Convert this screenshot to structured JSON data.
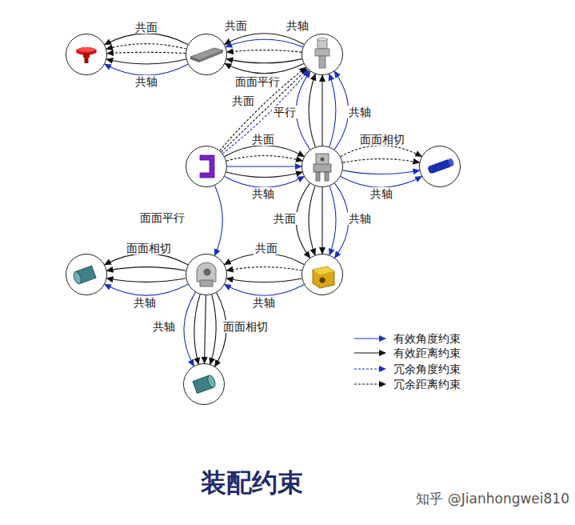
{
  "diagram": {
    "title": "装配约束",
    "nodes": [
      {
        "text": []
      },
      {
        "text": []
      },
      {
        "text": []
      },
      {
        "text": []
      },
      {
        "text": []
      },
      {
        "text": []
      },
      {
        "text": []
      },
      {
        "text": []
      },
      {
        "text": []
      },
      {
        "text": []
      }
    ],
    "edges": [
      {
        "from": 1,
        "to": 0,
        "arrow": "to",
        "label": "共面"
      },
      {
        "from": 1,
        "to": 0,
        "arrow": "to"
      },
      {
        "from": 1,
        "to": 0,
        "arrow": "to"
      },
      {
        "from": 1,
        "to": 0,
        "arrow": "to"
      },
      {
        "from": 1,
        "to": 0,
        "arrow": "to",
        "label": "共轴"
      },
      {
        "from": 2,
        "to": 1,
        "arrow": "to",
        "label": "共面"
      },
      {
        "from": 2,
        "to": 1,
        "arrow": "to",
        "label": "共轴"
      },
      {
        "from": 2,
        "to": 1,
        "arrow": "to"
      },
      {
        "from": 2,
        "to": 1,
        "arrow": "to"
      },
      {
        "from": 2,
        "to": 1,
        "arrow": "to",
        "label": "面面平行"
      },
      {
        "from": 3,
        "to": 2,
        "arrow": "to",
        "label": "共面"
      },
      {
        "from": 3,
        "to": 2,
        "arrow": "to"
      },
      {
        "from": 3,
        "to": 2,
        "arrow": "to"
      },
      {
        "from": 4,
        "to": 2,
        "arrow": "to",
        "label": "平行"
      },
      {
        "from": 4,
        "to": 2,
        "arrow": "to"
      },
      {
        "from": 4,
        "to": 2,
        "arrow": "to"
      },
      {
        "from": 4,
        "to": 2,
        "arrow": "to"
      },
      {
        "from": 4,
        "to": 2,
        "arrow": "to",
        "label": "共轴"
      },
      {
        "from": 3,
        "to": 4,
        "arrow": "to",
        "label": "共面"
      },
      {
        "from": 3,
        "to": 4,
        "arrow": "to"
      },
      {
        "from": 3,
        "to": 4,
        "arrow": "to"
      },
      {
        "from": 3,
        "to": 4,
        "arrow": "to"
      },
      {
        "from": 3,
        "to": 4,
        "arrow": "to",
        "label": "共轴"
      },
      {
        "from": 4,
        "to": 5,
        "arrow": "to",
        "label": "面面相切"
      },
      {
        "from": 4,
        "to": 5,
        "arrow": "to"
      },
      {
        "from": 4,
        "to": 5,
        "arrow": "to"
      },
      {
        "from": 4,
        "to": 5,
        "arrow": "to",
        "label": "共轴"
      },
      {
        "from": 4,
        "to": 8,
        "arrow": "to",
        "label": "共面"
      },
      {
        "from": 4,
        "to": 8,
        "arrow": "to"
      },
      {
        "from": 4,
        "to": 8,
        "arrow": "to"
      },
      {
        "from": 4,
        "to": 8,
        "arrow": "to"
      },
      {
        "from": 4,
        "to": 8,
        "arrow": "to",
        "label": "共轴"
      },
      {
        "from": 3,
        "to": 7,
        "arrow": "to",
        "label": "面面平行"
      },
      {
        "from": 7,
        "to": 6,
        "arrow": "to",
        "label": "面面相切"
      },
      {
        "from": 7,
        "to": 6,
        "arrow": "to"
      },
      {
        "from": 7,
        "to": 6,
        "arrow": "to"
      },
      {
        "from": 7,
        "to": 6,
        "arrow": "to",
        "label": "共轴"
      },
      {
        "from": 8,
        "to": 7,
        "arrow": "to",
        "label": "共面"
      },
      {
        "from": 8,
        "to": 7,
        "arrow": "to"
      },
      {
        "from": 8,
        "to": 7,
        "arrow": "to"
      },
      {
        "from": 8,
        "to": 7,
        "arrow": "to",
        "label": "共轴"
      },
      {
        "from": 7,
        "to": 9,
        "arrow": "to",
        "label": "共轴"
      },
      {
        "from": 7,
        "to": 9,
        "arrow": "to"
      },
      {
        "from": 7,
        "to": 9,
        "arrow": "to"
      },
      {
        "from": 7,
        "to": 9,
        "arrow": "to"
      },
      {
        "from": 7,
        "to": 9,
        "arrow": "to",
        "label": "面面相切"
      }
    ],
    "labels": [
      "知乎 @Jianhongwei810"
    ],
    "legend": [
      {
        "text": "有效角度约束"
      },
      {
        "text": "有效距离约束"
      },
      {
        "text": "冗余角度约束"
      },
      {
        "text": "冗余距离约束"
      }
    ]
  }
}
